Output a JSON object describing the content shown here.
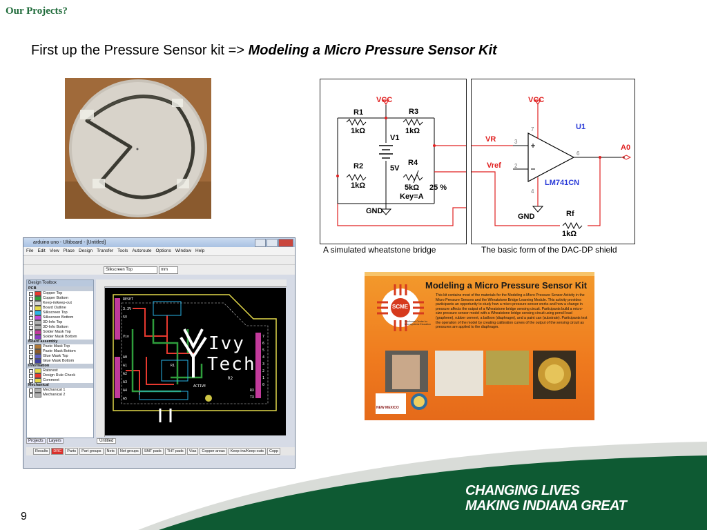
{
  "slide": {
    "section_label": "Our Projects?",
    "title_lead": "First up the Pressure Sensor kit => ",
    "title_emphasis": "Modeling a Micro Pressure Sensor Kit",
    "page_number": "9"
  },
  "schematic_bridge": {
    "caption": "A simulated wheatstone bridge",
    "vcc": "VCC",
    "gnd": "GND",
    "r1": "R1",
    "r1_val": "1kΩ",
    "r2": "R2",
    "r2_val": "1kΩ",
    "r3": "R3",
    "r3_val": "1kΩ",
    "r4": "R4",
    "r4_val": "5kΩ",
    "r4_pct": "25 %",
    "r4_key": "Key=A",
    "v1": "V1",
    "v1_val": "5V"
  },
  "schematic_shield": {
    "caption": "The basic form of the DAC-DP shield",
    "vcc": "VCC",
    "gnd": "GND",
    "u1": "U1",
    "vr": "VR",
    "vref": "Vref",
    "a0": "A0",
    "opamp": "LM741CN",
    "rf": "Rf",
    "rf_val": "1kΩ",
    "pin3": "3",
    "pin2": "2",
    "pin6": "6",
    "pin7": "7",
    "pin4": "4"
  },
  "ultiboard": {
    "window_title": "arduino uno - Ultiboard - [Untitled]",
    "menu": [
      "File",
      "Edit",
      "View",
      "Place",
      "Design",
      "Transfer",
      "Tools",
      "Autoroute",
      "Options",
      "Window",
      "Help"
    ],
    "layer_select": "Silkscreen Top",
    "unit_select": "mm",
    "toolbox_title": "Design Toolbox",
    "groups": {
      "pcb": "PCB",
      "board_assembly": "Board assembly",
      "information": "Information",
      "mechanical": "Mechanical"
    },
    "pcb_layers": [
      {
        "name": "Copper Top",
        "color": "#e8392f"
      },
      {
        "name": "Copper Bottom",
        "color": "#2e9e3c"
      },
      {
        "name": "Keep-in/keep-out",
        "color": "#d7d7d7"
      },
      {
        "name": "Board Outline",
        "color": "#e3d94a"
      },
      {
        "name": "Silkscreen Top",
        "color": "#29b5e8"
      },
      {
        "name": "Silkscreen Bottom",
        "color": "#c04ad6"
      },
      {
        "name": "3D-Info Top",
        "color": "#b0b0b0"
      },
      {
        "name": "3D-Info Bottom",
        "color": "#b0b0b0"
      },
      {
        "name": "Solder Mask Top",
        "color": "#c23a9b"
      },
      {
        "name": "Solder Mask Bottom",
        "color": "#8a3cc2"
      }
    ],
    "assembly_layers": [
      {
        "name": "Paste Mask Top",
        "color": "#b07a3a"
      },
      {
        "name": "Paste Mask Bottom",
        "color": "#8a5a2a"
      },
      {
        "name": "Glue Mask Top",
        "color": "#6060c0"
      },
      {
        "name": "Glue Mask Bottom",
        "color": "#4040a0"
      }
    ],
    "info_layers": [
      {
        "name": "Ratsnest",
        "color": "#e3d94a"
      },
      {
        "name": "Design Rule Check",
        "color": "#e8392f"
      },
      {
        "name": "Comment",
        "color": "#e3d94a"
      }
    ],
    "mech_layers": [
      {
        "name": "Mechanical 1",
        "color": "#b0b0b0"
      },
      {
        "name": "Mechanical 2",
        "color": "#b0b0b0"
      }
    ],
    "panel_tabs": [
      "Projects",
      "Layers"
    ],
    "doc_tab": "Untitled",
    "bottom_tabs": [
      "Results",
      "DRC",
      "Parts",
      "Part groups",
      "Nets",
      "Net groups",
      "SMT pads",
      "THT pads",
      "Vias",
      "Copper areas",
      "Keep-ins/Keep-outs",
      "Copp"
    ],
    "pcb_logo_line1": "Ivy",
    "pcb_logo_line2": "Tech",
    "pcb_reset": "RESET",
    "pcb_active": "ACTIVE",
    "pcb_3v3": "3.3V",
    "pcb_5v": "5V",
    "pcb_vin": "Vin",
    "pcb_analog": [
      "A0",
      "A1",
      "A2",
      "A3",
      "A4",
      "A5"
    ],
    "pcb_digital": [
      "7",
      "6",
      "5",
      "4",
      "3",
      "2",
      "1",
      "0"
    ],
    "pcb_r1": "R1",
    "pcb_r2": "R2",
    "pcb_rx": "RX",
    "pcb_tx": "TX"
  },
  "poster": {
    "title": "Modeling a Micro Pressure Sensor Kit",
    "logo_text": "SCME",
    "logo_caption": "Southwest Center for Microsystems Education",
    "body": "This kit contains most of the materials for the Modeling a Micro Pressure Sensor Activity in the Micro Pressure Sensors and the Wheatstone Bridge Learning Module. This activity provides participants an opportunity to study how a micro pressure sensor works and how a change in pressure affects the output of a Wheatstone bridge sensing circuit. Participants build a micro-size pressure sensor model with a Wheatstone bridge sensing circuit using pencil lead (graphene), rubber cement, a balloon (diaphragm), and a paint can (substrate). Participants test the operation of the model by creating calibration curves of the output of the sensing circuit as pressures are applied to the diaphragm.",
    "unm_logo": "NEW MEXICO"
  },
  "footer": {
    "line1": "CHANGING LIVES",
    "line2": "MAKING INDIANA GREAT"
  },
  "colors": {
    "brand_green": "#1f6b3a",
    "footer_green": "#0e5a33",
    "poster_orange": "#ef7a1e",
    "wire_red": "#e02020",
    "pcb_black": "#000000"
  }
}
